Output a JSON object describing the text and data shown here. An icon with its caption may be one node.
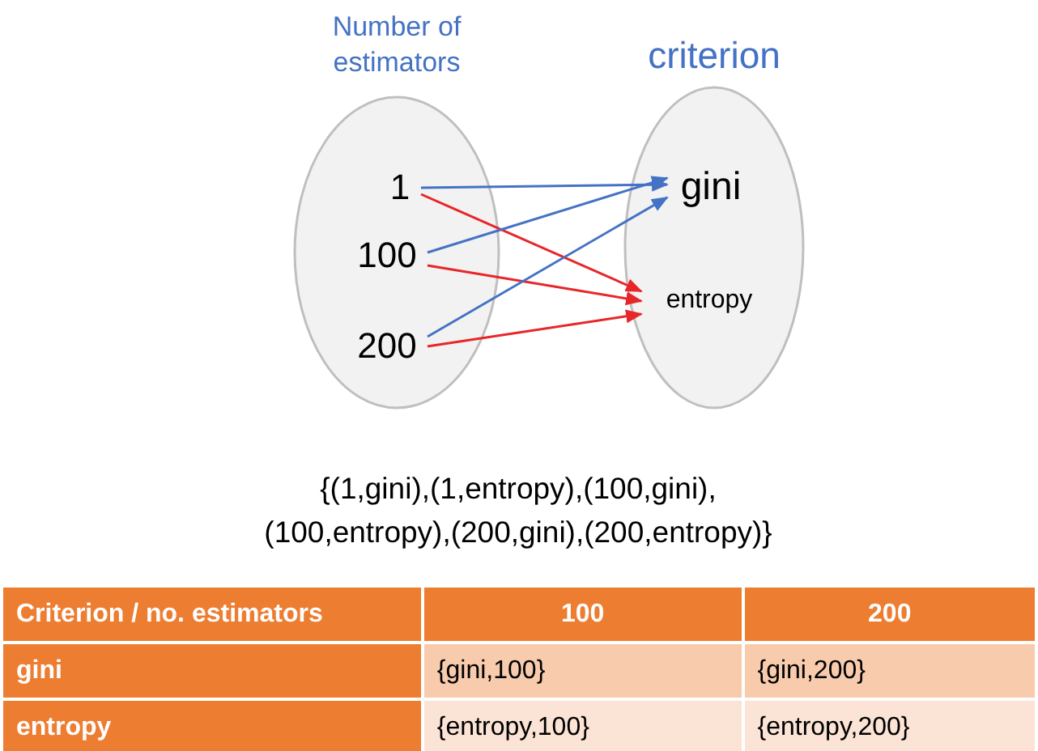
{
  "diagram": {
    "nodes": [
      {
        "text": [
          "Number of estimators"
        ]
      },
      {
        "text": [
          "1"
        ],
        "in": 0
      },
      {
        "text": [
          "100"
        ],
        "in": 0
      },
      {
        "text": [
          "200"
        ],
        "in": 0
      },
      {
        "text": [
          "criterion"
        ]
      },
      {
        "text": [
          "gini"
        ],
        "in": 4
      },
      {
        "text": [
          "entropy"
        ],
        "in": 4
      }
    ],
    "edges": [
      {
        "from": 1,
        "to": 5,
        "arrow": "to",
        "color": "#4472c4"
      },
      {
        "from": 1,
        "to": 6,
        "arrow": "to",
        "color": "#e8262a"
      },
      {
        "from": 2,
        "to": 5,
        "arrow": "to",
        "color": "#4472c4"
      },
      {
        "from": 2,
        "to": 6,
        "arrow": "to",
        "color": "#e8262a"
      },
      {
        "from": 3,
        "to": 5,
        "arrow": "to",
        "color": "#4472c4"
      },
      {
        "from": 3,
        "to": 6,
        "arrow": "to",
        "color": "#e8262a"
      }
    ],
    "labels": [
      "{(1,gini),(1,entropy),(100,gini), (100,entropy),(200,gini),(200,entropy)}",
      "Criterion / no. estimators",
      "100",
      "200",
      "gini",
      "{gini,100}",
      "{gini,200}",
      "entropy",
      "{entropy,100}",
      "{entropy,200}"
    ]
  }
}
